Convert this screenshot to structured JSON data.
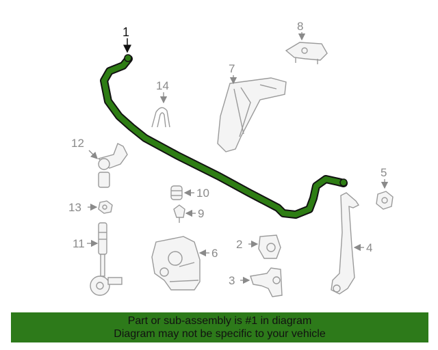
{
  "diagram": {
    "highlight_color": "#2e7d14",
    "labels": {
      "p1": "1",
      "p2": "2",
      "p3": "3",
      "p4": "4",
      "p5": "5",
      "p6": "6",
      "p7": "7",
      "p8": "8",
      "p9": "9",
      "p10": "10",
      "p11": "11",
      "p12": "12",
      "p13": "13",
      "p14": "14"
    }
  },
  "banner": {
    "line1": "Part or sub-assembly is #1 in diagram",
    "line2": "Diagram may not be specific to your vehicle",
    "background": "#2d7a1a"
  }
}
